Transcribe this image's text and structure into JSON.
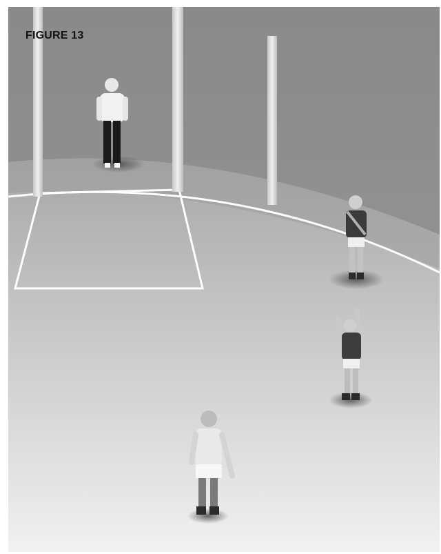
{
  "figure": {
    "label": "FIGURE 13",
    "colors": {
      "back_wall": "#8e8e8e",
      "field_top": "#a9a9a9",
      "field_bottom": "#f0f0f0",
      "line": "#ffffff",
      "post": "#e2e2e2"
    },
    "scene": {
      "goal_posts": 3,
      "players": [
        "umpire",
        "player-near-line",
        "player-arms-raised",
        "player-foreground"
      ]
    }
  }
}
